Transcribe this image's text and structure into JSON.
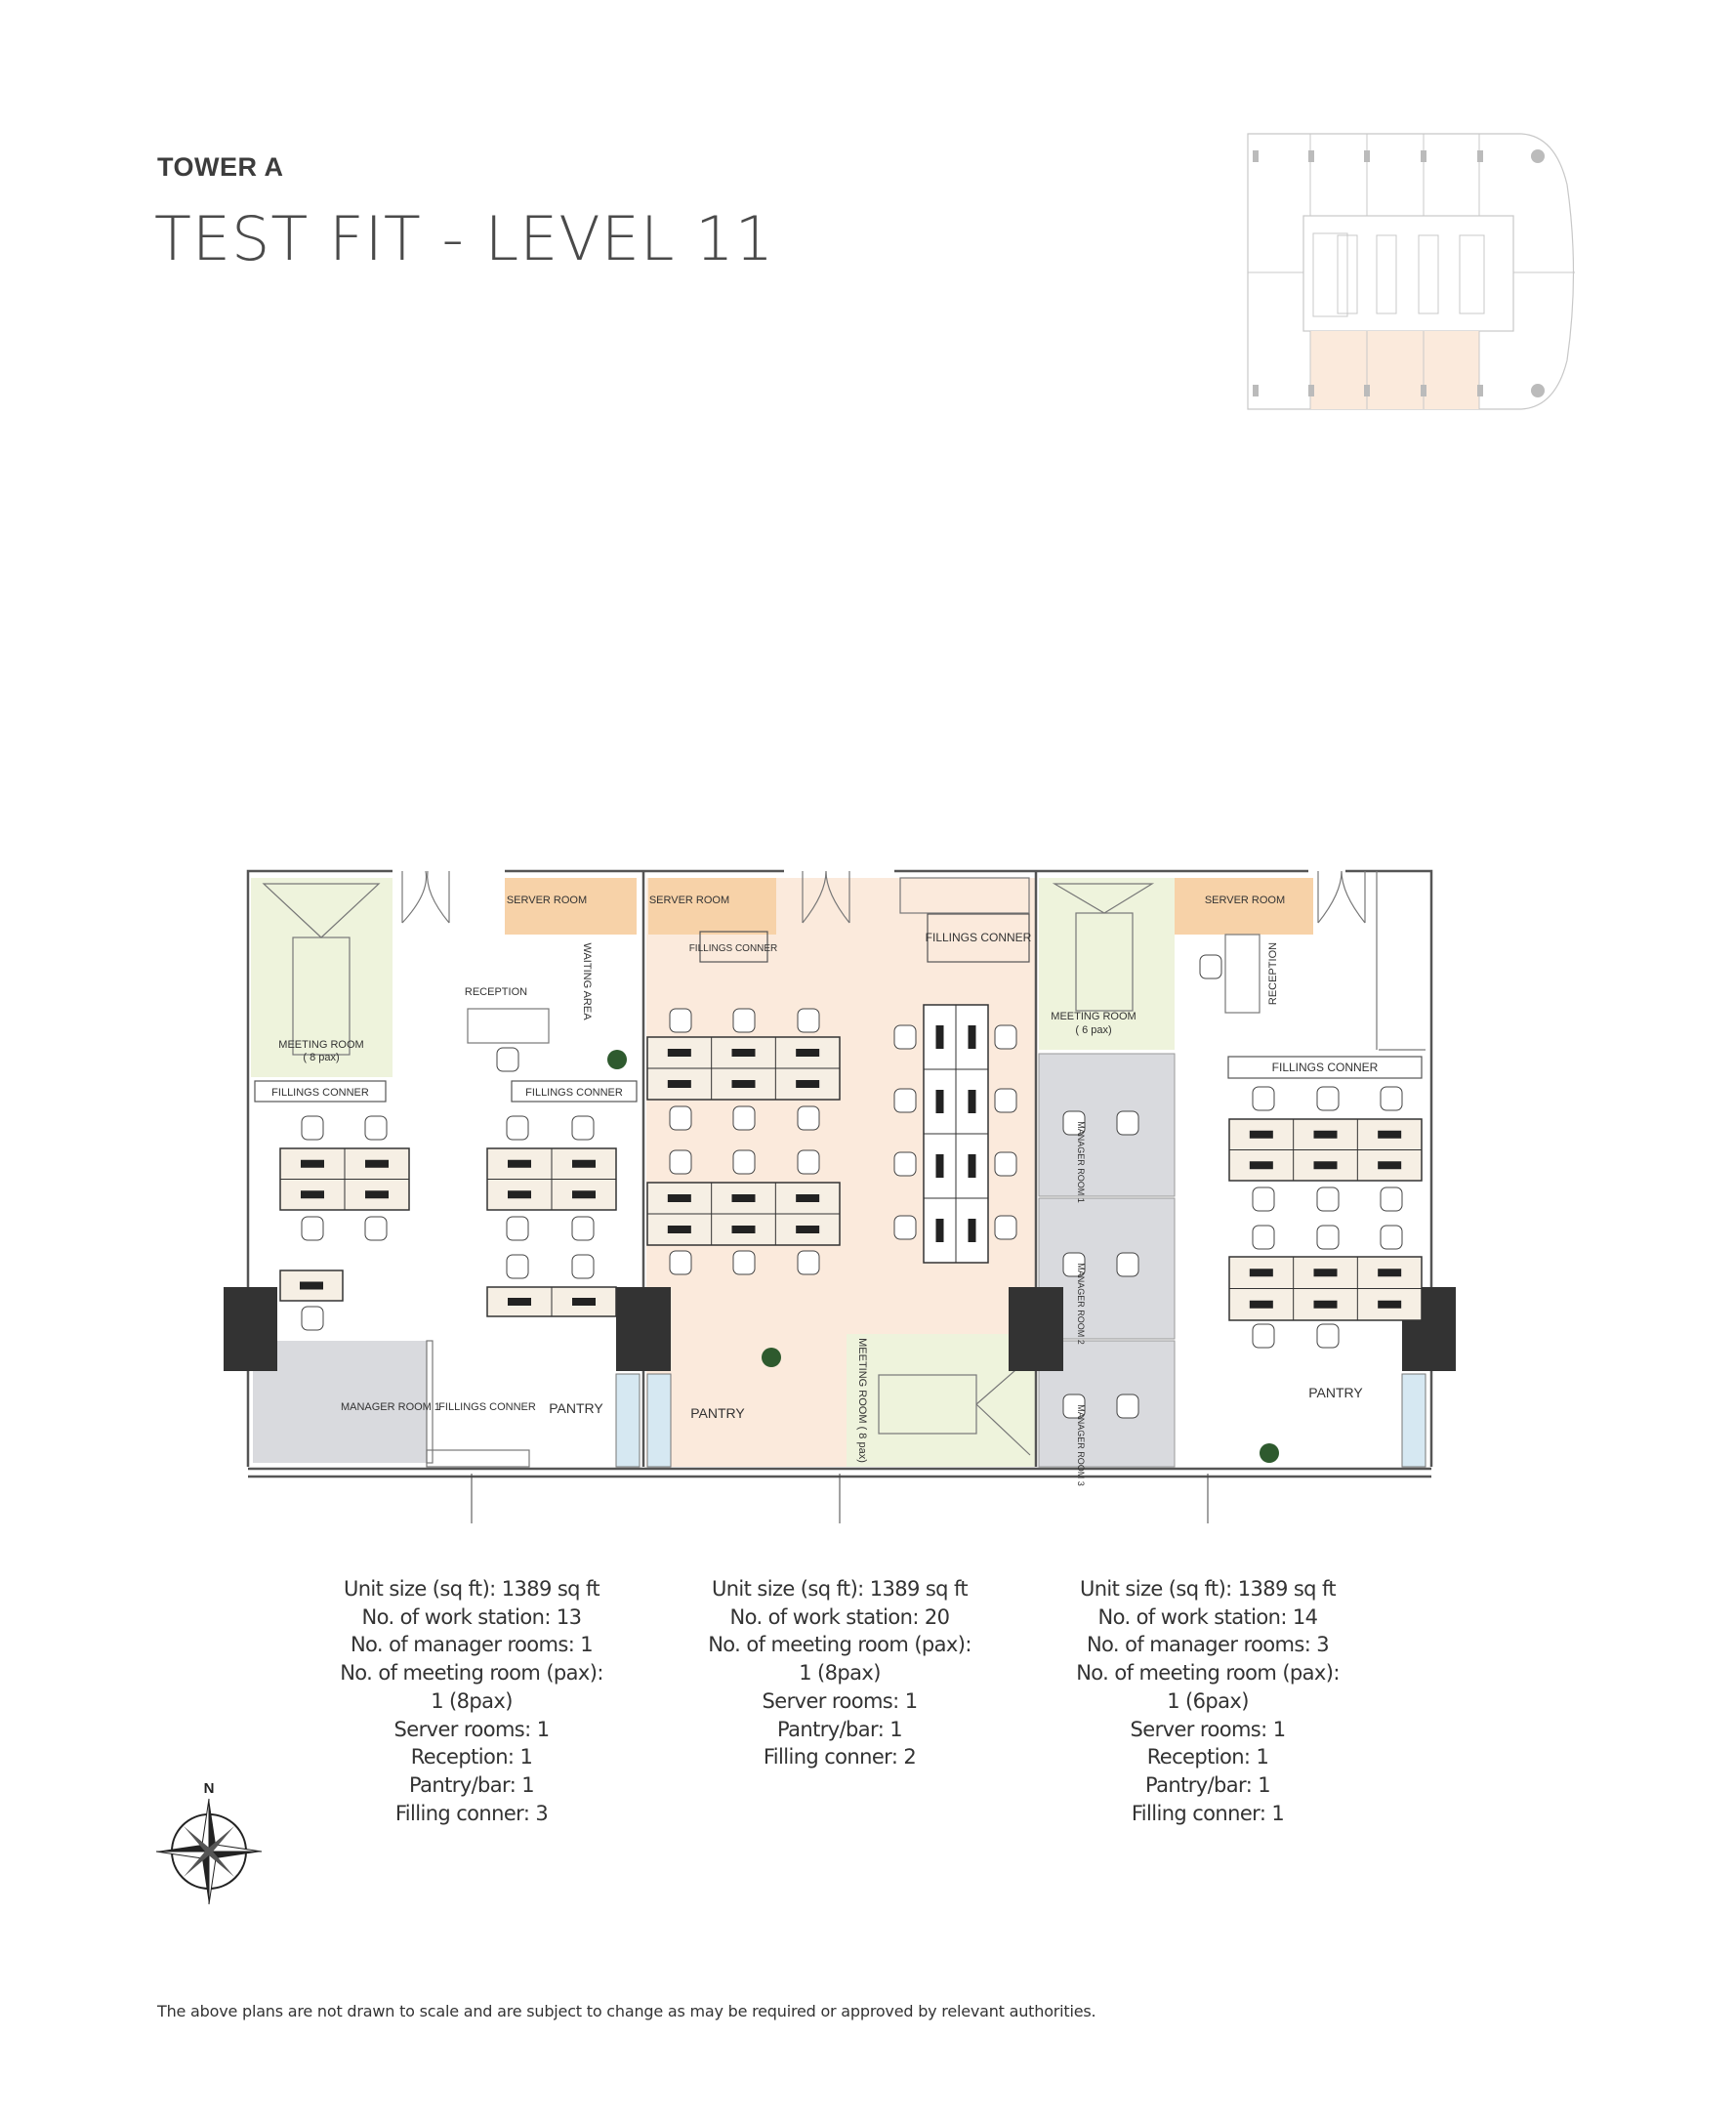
{
  "header": {
    "tower": "TOWER A",
    "title": "TEST FIT - LEVEL 11"
  },
  "colors": {
    "meeting_room": "#eef3dc",
    "server_room": "#f7d2a8",
    "middle_unit": "#fbeadc",
    "manager_room": "#d9dade",
    "column": "#333333",
    "keyplan_highlight": "#fbeadc"
  },
  "plan_labels": {
    "left": {
      "meeting_room": "MEETING ROOM",
      "meeting_pax": "( 8 pax)",
      "server_room": "SERVER ROOM",
      "reception": "RECEPTION",
      "waiting_area": "WAITING AREA",
      "fillings_1": "FILLINGS CONNER",
      "fillings_2": "FILLINGS CONNER",
      "fillings_3": "FILLINGS CONNER",
      "manager_room": "MANAGER ROOM 1",
      "pantry": "PANTRY"
    },
    "middle": {
      "server_room": "SERVER ROOM",
      "fillings_1": "FILLINGS CONNER",
      "fillings_2": "FILLINGS CONNER",
      "meeting_room": "MEETING ROOM ( 8 pax)",
      "pantry": "PANTRY"
    },
    "right": {
      "meeting_room": "MEETING ROOM",
      "meeting_pax": "( 6 pax)",
      "server_room": "SERVER ROOM",
      "reception": "RECEPTION",
      "fillings": "FILLINGS CONNER",
      "manager_1": "MANAGER ROOM 1",
      "manager_2": "MANAGER ROOM 2",
      "manager_3": "MANAGER ROOM 3",
      "pantry": "PANTRY"
    }
  },
  "units": [
    {
      "lines": [
        "Unit size (sq ft): 1389 sq ft",
        "No. of work station: 13",
        "No. of manager rooms: 1",
        "No. of meeting room (pax):",
        "1 (8pax)",
        "Server rooms: 1",
        "Reception: 1",
        "Pantry/bar: 1",
        "Filling conner: 3"
      ]
    },
    {
      "lines": [
        "Unit size (sq ft): 1389 sq ft",
        "No. of work station: 20",
        "No. of meeting room (pax):",
        "1 (8pax)",
        "Server rooms: 1",
        "Pantry/bar: 1",
        "Filling conner: 2"
      ]
    },
    {
      "lines": [
        "Unit size (sq ft): 1389 sq ft",
        "No. of work station: 14",
        "No. of manager rooms: 3",
        "No. of meeting room (pax):",
        "1 (6pax)",
        "Server rooms: 1",
        "Reception: 1",
        "Pantry/bar: 1",
        "Filling conner: 1"
      ]
    }
  ],
  "compass": {
    "north": "N",
    "icon": "compass-rose-icon"
  },
  "disclaimer": "The above plans are not drawn to scale and are subject to change as may be required or approved by relevant authorities."
}
